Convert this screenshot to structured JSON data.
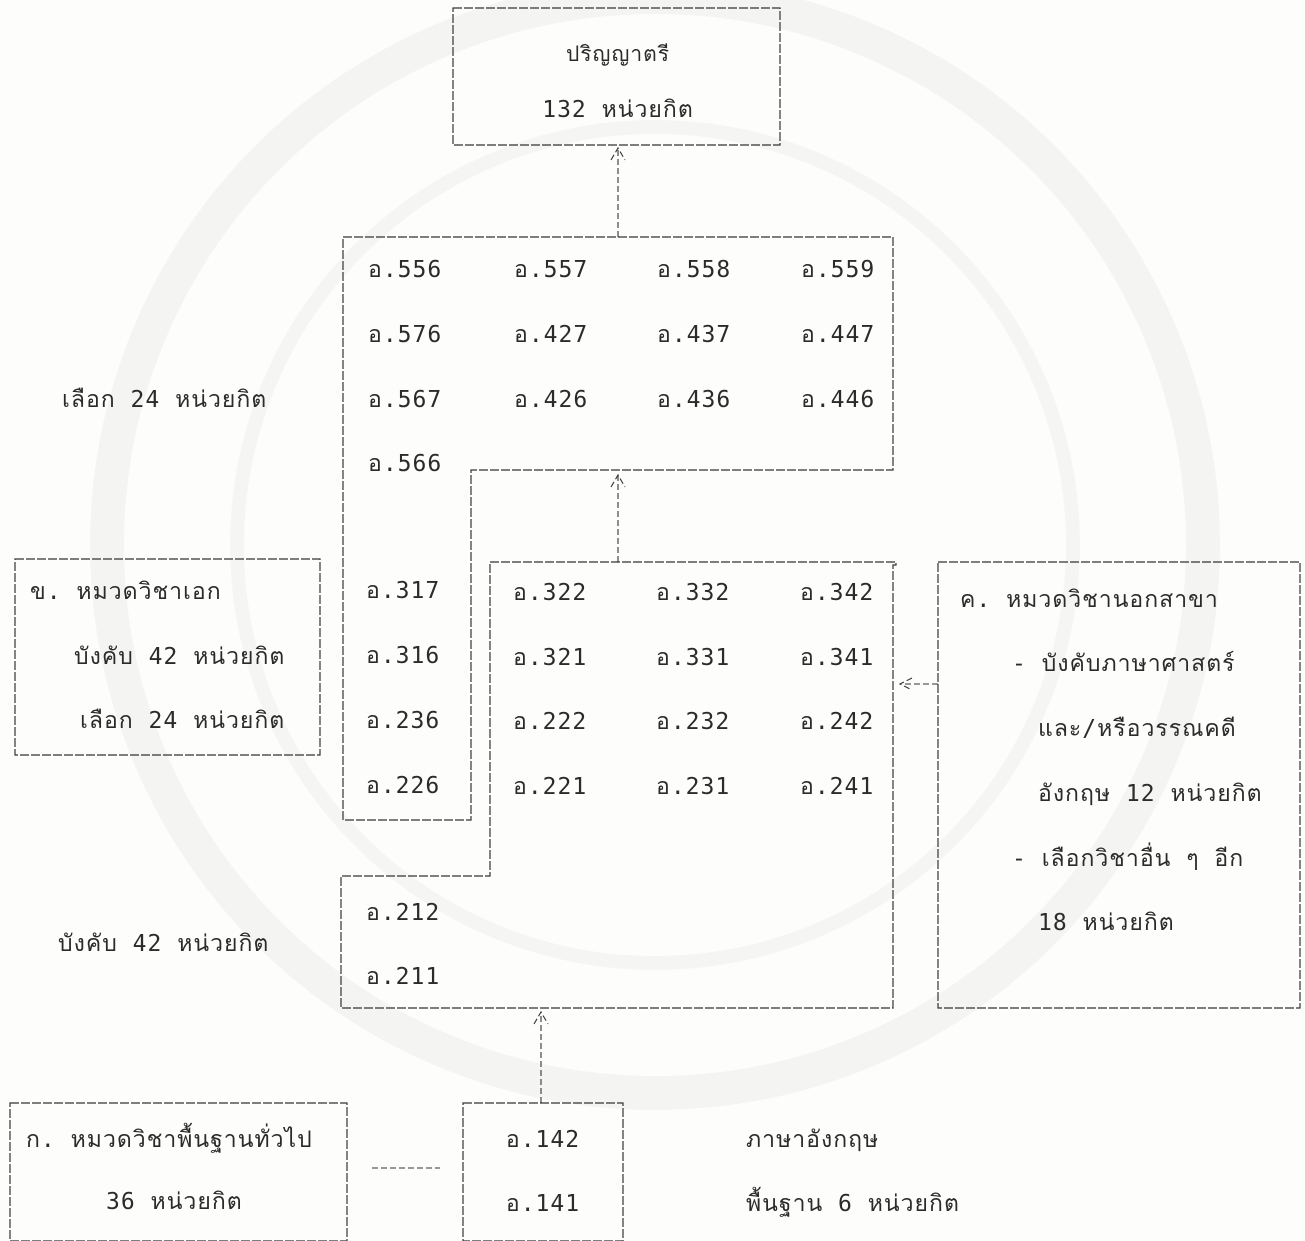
{
  "degree_box": {
    "title": "ปริญญาตรี",
    "credits": "132  หน่วยกิต"
  },
  "upper_courses": [
    [
      "อ.556",
      "อ.557",
      "อ.558",
      "อ.559"
    ],
    [
      "อ.576",
      "อ.427",
      "อ.437",
      "อ.447"
    ],
    [
      "อ.567",
      "อ.426",
      "อ.436",
      "อ.446"
    ],
    [
      "อ.566"
    ]
  ],
  "upper_label": "เลือก 24 หน่วยกิต",
  "major_box": {
    "line1": "ข. หมวดวิชาเอก",
    "line2": "บังคับ 42 หน่วยกิต",
    "line3": "เลือก 24 หน่วยกิต"
  },
  "left_column_courses": [
    "อ.317",
    "อ.316",
    "อ.236",
    "อ.226"
  ],
  "middle_courses": [
    [
      "อ.322",
      "อ.332",
      "อ.342"
    ],
    [
      "อ.321",
      "อ.331",
      "อ.341"
    ],
    [
      "อ.222",
      "อ.232",
      "อ.242"
    ],
    [
      "อ.221",
      "อ.231",
      "อ.241"
    ]
  ],
  "core_courses": [
    "อ.212",
    "อ.211"
  ],
  "core_label": "บังคับ 42 หน่วยกิต",
  "free_box": {
    "line1": "ค. หมวดวิชานอกสาขา",
    "line2": "- บังคับภาษาศาสตร์",
    "line3": "และ/หรือวรรณคดี",
    "line4": "อังกฤษ 12 หน่วยกิต",
    "line5": "- เลือกวิชาอื่น ๆ อีก",
    "line6": "18 หน่วยกิต"
  },
  "general_box": {
    "line1": "ก. หมวดวิชาพื้นฐานทั่วไป",
    "line2": "36 หน่วยกิต"
  },
  "basic_courses": [
    "อ.142",
    "อ.141"
  ],
  "basic_label": {
    "line1": "ภาษาอังกฤษ",
    "line2": "พื้นฐาน 6 หน่วยกิต"
  }
}
